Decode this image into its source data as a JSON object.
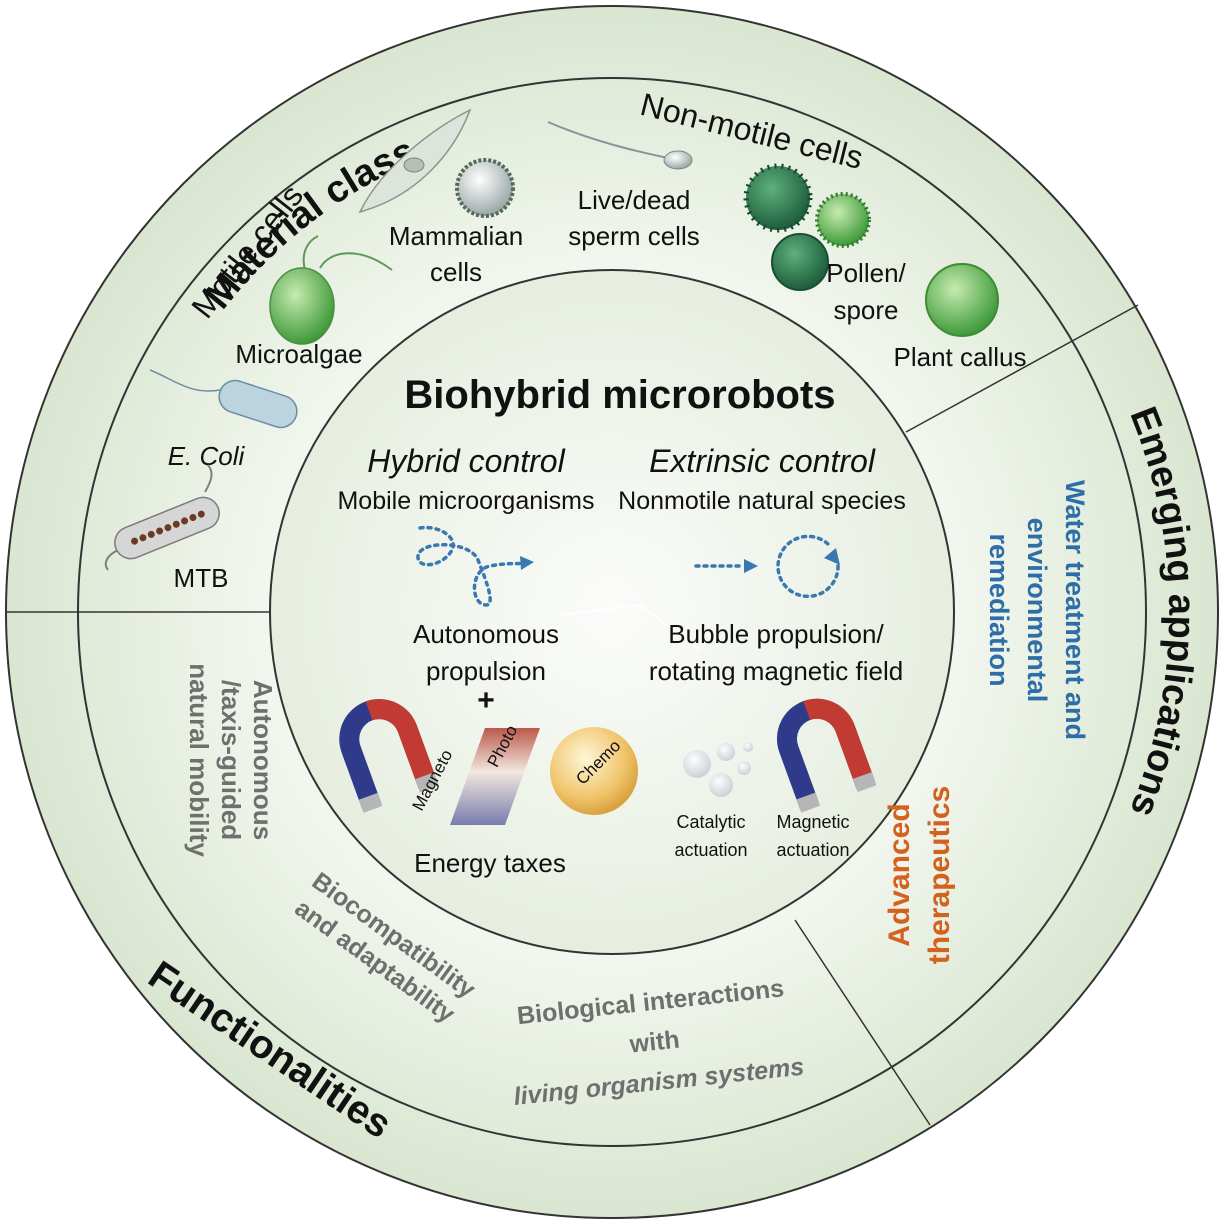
{
  "outer_ring": {
    "material_class": "Material class",
    "functionalities": "Functionalities",
    "emerging_applications": "Emerging applications"
  },
  "material": {
    "motile_cells": "Motile cells",
    "non_motile_cells": "Non-motile cells",
    "mammalian_1": "Mammalian",
    "mammalian_2": "cells",
    "sperm_1": "Live/dead",
    "sperm_2": "sperm cells",
    "pollen_1": "Pollen/",
    "pollen_2": "spore",
    "plant_callus": "Plant callus",
    "microalgae": "Microalgae",
    "ecoli": "E. Coli",
    "mtb": "MTB"
  },
  "center": {
    "title": "Biohybrid microrobots",
    "hybrid_control": "Hybrid control",
    "extrinsic_control": "Extrinsic control",
    "mobile_micro": "Mobile microorganisms",
    "nonmotile_species": "Nonmotile natural species",
    "autonomous_1": "Autonomous",
    "autonomous_2": "propulsion",
    "plus": "+",
    "bubble_1": "Bubble propulsion/",
    "bubble_2": "rotating magnetic field",
    "magneto": "Magneto",
    "photo": "Photo",
    "chemo": "Chemo",
    "energy_taxes": "Energy taxes",
    "catalytic_1": "Catalytic",
    "catalytic_2": "actuation",
    "magnetic_1": "Magnetic",
    "magnetic_2": "actuation"
  },
  "functionalities": {
    "autonomous_1": "Autonomous",
    "autonomous_2": "/taxis-guided",
    "autonomous_3": "natural mobility",
    "biocomp_1": "Biocompatibility",
    "biocomp_2": "and adaptability",
    "bio_1": "Biological interactions",
    "bio_2": "with",
    "bio_3": "living organism systems"
  },
  "applications": {
    "water_1": "Water treatment and",
    "water_2": "environmental",
    "water_3": "remediation",
    "adv_1": "Advanced",
    "adv_2": "therapeutics"
  },
  "colors": {
    "ring_fill": "#e3ecdc",
    "inner_fill": "#f5f8f2",
    "blue": "#2e6ea8",
    "orange": "#d4611e",
    "gray": "#6f6f6f",
    "arrow_blue": "#3a78b0"
  }
}
